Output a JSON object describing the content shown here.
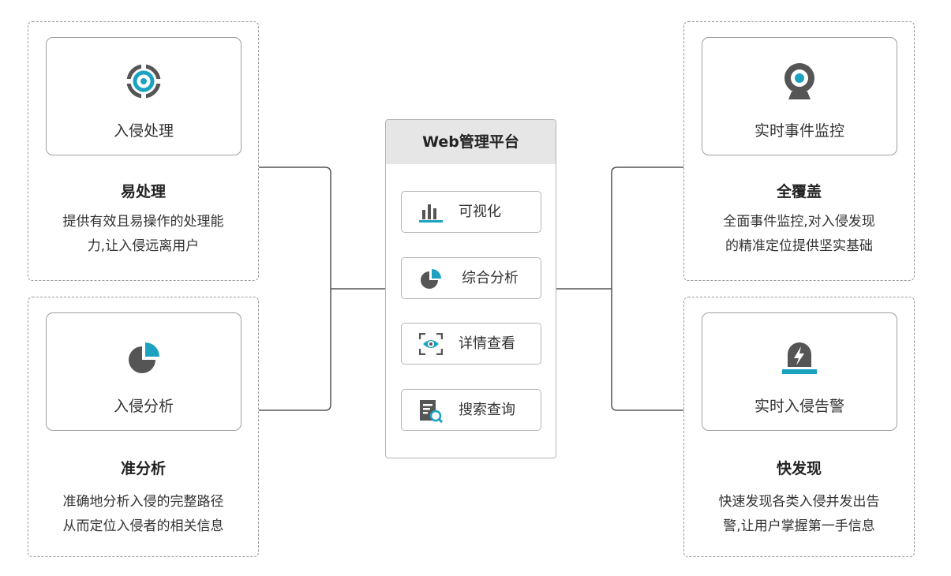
{
  "colors": {
    "accent": "#1ba2c0",
    "icon_dark": "#555555",
    "border": "#9a9a9a",
    "header_bg": "#e6e6e6"
  },
  "platform": {
    "title": "Web管理平台",
    "items": [
      {
        "label": "可视化",
        "icon": "bar-chart-icon"
      },
      {
        "label": "综合分析",
        "icon": "pie-chart-icon"
      },
      {
        "label": "详情查看",
        "icon": "eye-scan-icon"
      },
      {
        "label": "搜索查询",
        "icon": "document-search-icon"
      }
    ]
  },
  "left": [
    {
      "card_label": "入侵处理",
      "icon": "target-icon",
      "title": "易处理",
      "desc_lines": [
        "提供有效且易操作的处理能",
        "力,让入侵远离用户"
      ]
    },
    {
      "card_label": "入侵分析",
      "icon": "pie-chart-icon",
      "title": "准分析",
      "desc_lines": [
        "准确地分析入侵的完整路径",
        "从而定位入侵者的相关信息"
      ]
    }
  ],
  "right": [
    {
      "card_label": "实时事件监控",
      "icon": "webcam-icon",
      "title": "全覆盖",
      "desc_lines": [
        "全面事件监控,对入侵发现",
        "的精准定位提供坚实基础"
      ]
    },
    {
      "card_label": "实时入侵告警",
      "icon": "alarm-icon",
      "title": "快发现",
      "desc_lines": [
        "快速发现各类入侵并发出告",
        "警,让用户掌握第一手信息"
      ]
    }
  ]
}
